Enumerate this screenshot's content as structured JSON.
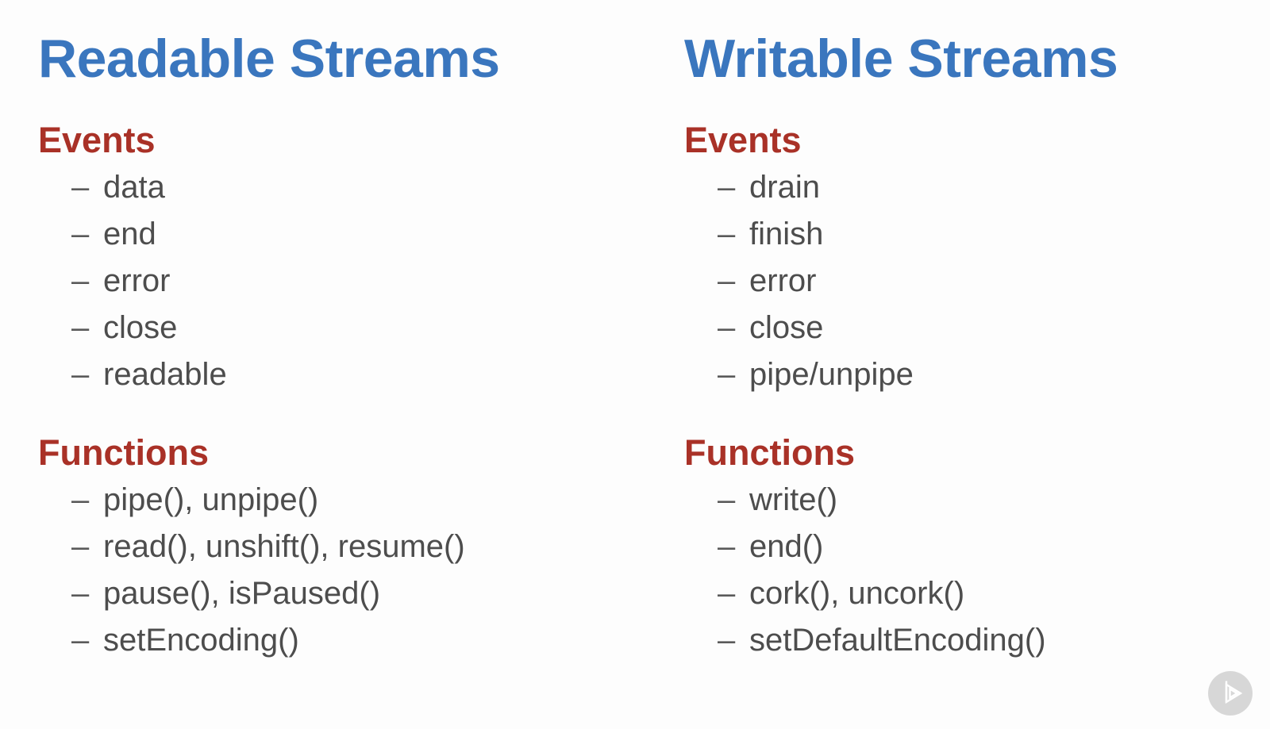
{
  "slide": {
    "bullet_char": "–",
    "columns": [
      {
        "title": "Readable Streams",
        "sections": [
          {
            "heading": "Events",
            "items": [
              "data",
              "end",
              "error",
              "close",
              "readable"
            ]
          },
          {
            "heading": "Functions",
            "items": [
              "pipe(), unpipe()",
              "read(), unshift(), resume()",
              "pause(), isPaused()",
              "setEncoding()"
            ]
          }
        ]
      },
      {
        "title": "Writable Streams",
        "sections": [
          {
            "heading": "Events",
            "items": [
              "drain",
              "finish",
              "error",
              "close",
              "pipe/unpipe"
            ]
          },
          {
            "heading": "Functions",
            "items": [
              "write()",
              "end()",
              "cork(), uncork()",
              "setDefaultEncoding()"
            ]
          }
        ]
      }
    ],
    "colors": {
      "title_blue": "#3a76be",
      "heading_red": "#a93127",
      "body_text": "#4d4d4d",
      "bullet_dash": "#5a5a5a",
      "play_button_bg": "#d7d7d7",
      "play_glyph": "#ffffff",
      "slide_bg": "#fdfdfd"
    },
    "player": {
      "icon": "pluralsight-play-icon"
    }
  }
}
